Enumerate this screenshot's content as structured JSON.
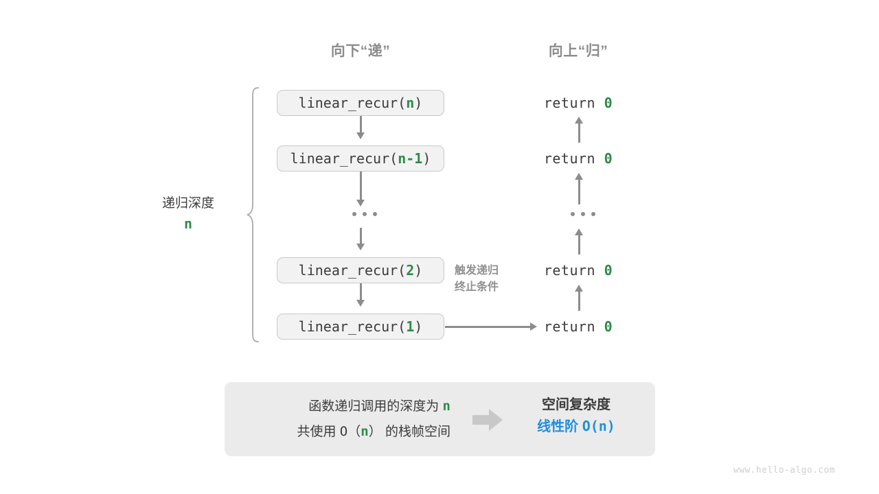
{
  "headings": {
    "down": "向下“递”",
    "up": "向上“归”"
  },
  "depth_annotation": {
    "label": "递归深度",
    "value": "n"
  },
  "call_stack": [
    {
      "prefix": "linear_recur(",
      "arg": "n",
      "suffix": ")"
    },
    {
      "prefix": "linear_recur(",
      "arg": "n-1",
      "suffix": ")"
    },
    {
      "ellipsis": "•••"
    },
    {
      "prefix": "linear_recur(",
      "arg": "2",
      "suffix": ")"
    },
    {
      "prefix": "linear_recur(",
      "arg": "1",
      "suffix": ")"
    }
  ],
  "returns": [
    {
      "keyword": "return",
      "value": "0"
    },
    {
      "keyword": "return",
      "value": "0"
    },
    {
      "ellipsis": "•••"
    },
    {
      "keyword": "return",
      "value": "0"
    },
    {
      "keyword": "return",
      "value": "0"
    }
  ],
  "trigger_note": {
    "line1": "触发递归",
    "line2": "终止条件"
  },
  "summary": {
    "left_line1_pre": "函数递归调用的深度为",
    "left_line1_var": "n",
    "left_line2_pre": "共使用",
    "left_line2_expr": "O（n）",
    "left_line2_post": "的栈帧空间",
    "right_title": "空间复杂度",
    "right_value_cn": "线性阶",
    "right_value_mono": "O(n)"
  },
  "watermark": "www.hello-algo.com",
  "colors": {
    "green": "#2e8b47",
    "blue": "#1f8fdd",
    "gray_text": "#8c8c8c",
    "dark_text": "#3c3c3c",
    "box_fill": "#f2f2f2",
    "box_border": "#c9c9c9",
    "panel_fill": "#ebebeb",
    "arrow": "#8c8c8c",
    "block_arrow": "#c8c8c8"
  }
}
